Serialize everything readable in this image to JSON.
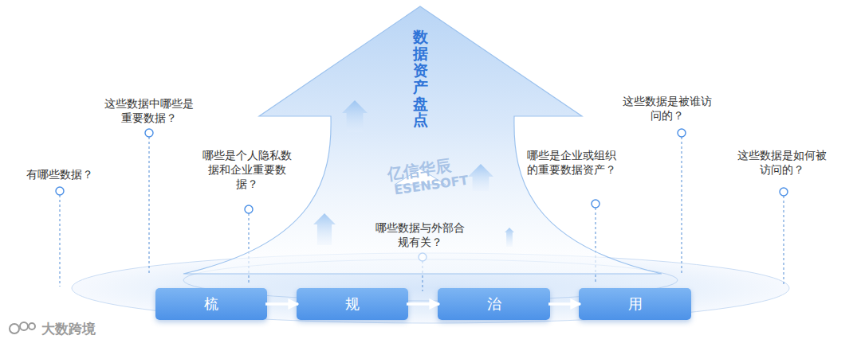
{
  "diagram": {
    "nodes": [
      {
        "text": [
          "数据资产盘点"
        ]
      },
      {
        "text": [
          "梳"
        ]
      },
      {
        "text": [
          "规"
        ]
      },
      {
        "text": [
          "治"
        ]
      },
      {
        "text": [
          "用"
        ]
      }
    ],
    "edges": [
      {
        "from": 1,
        "to": 2,
        "arrow": "to"
      },
      {
        "from": 2,
        "to": 3,
        "arrow": "to"
      },
      {
        "from": 3,
        "to": 4,
        "arrow": "to"
      }
    ],
    "labels": [
      "有哪些数据？",
      "这些数据中哪些是重要数据？",
      "哪些是个人隐私数据和企业重要数据？",
      "哪些数据与外部合规有关？",
      "哪些是企业或组织的重要数据资产？",
      "这些数据是被谁访问的？",
      "这些数据是如何被访问的？",
      "亿信华辰",
      "ESENSOFT",
      "大数跨境"
    ]
  }
}
